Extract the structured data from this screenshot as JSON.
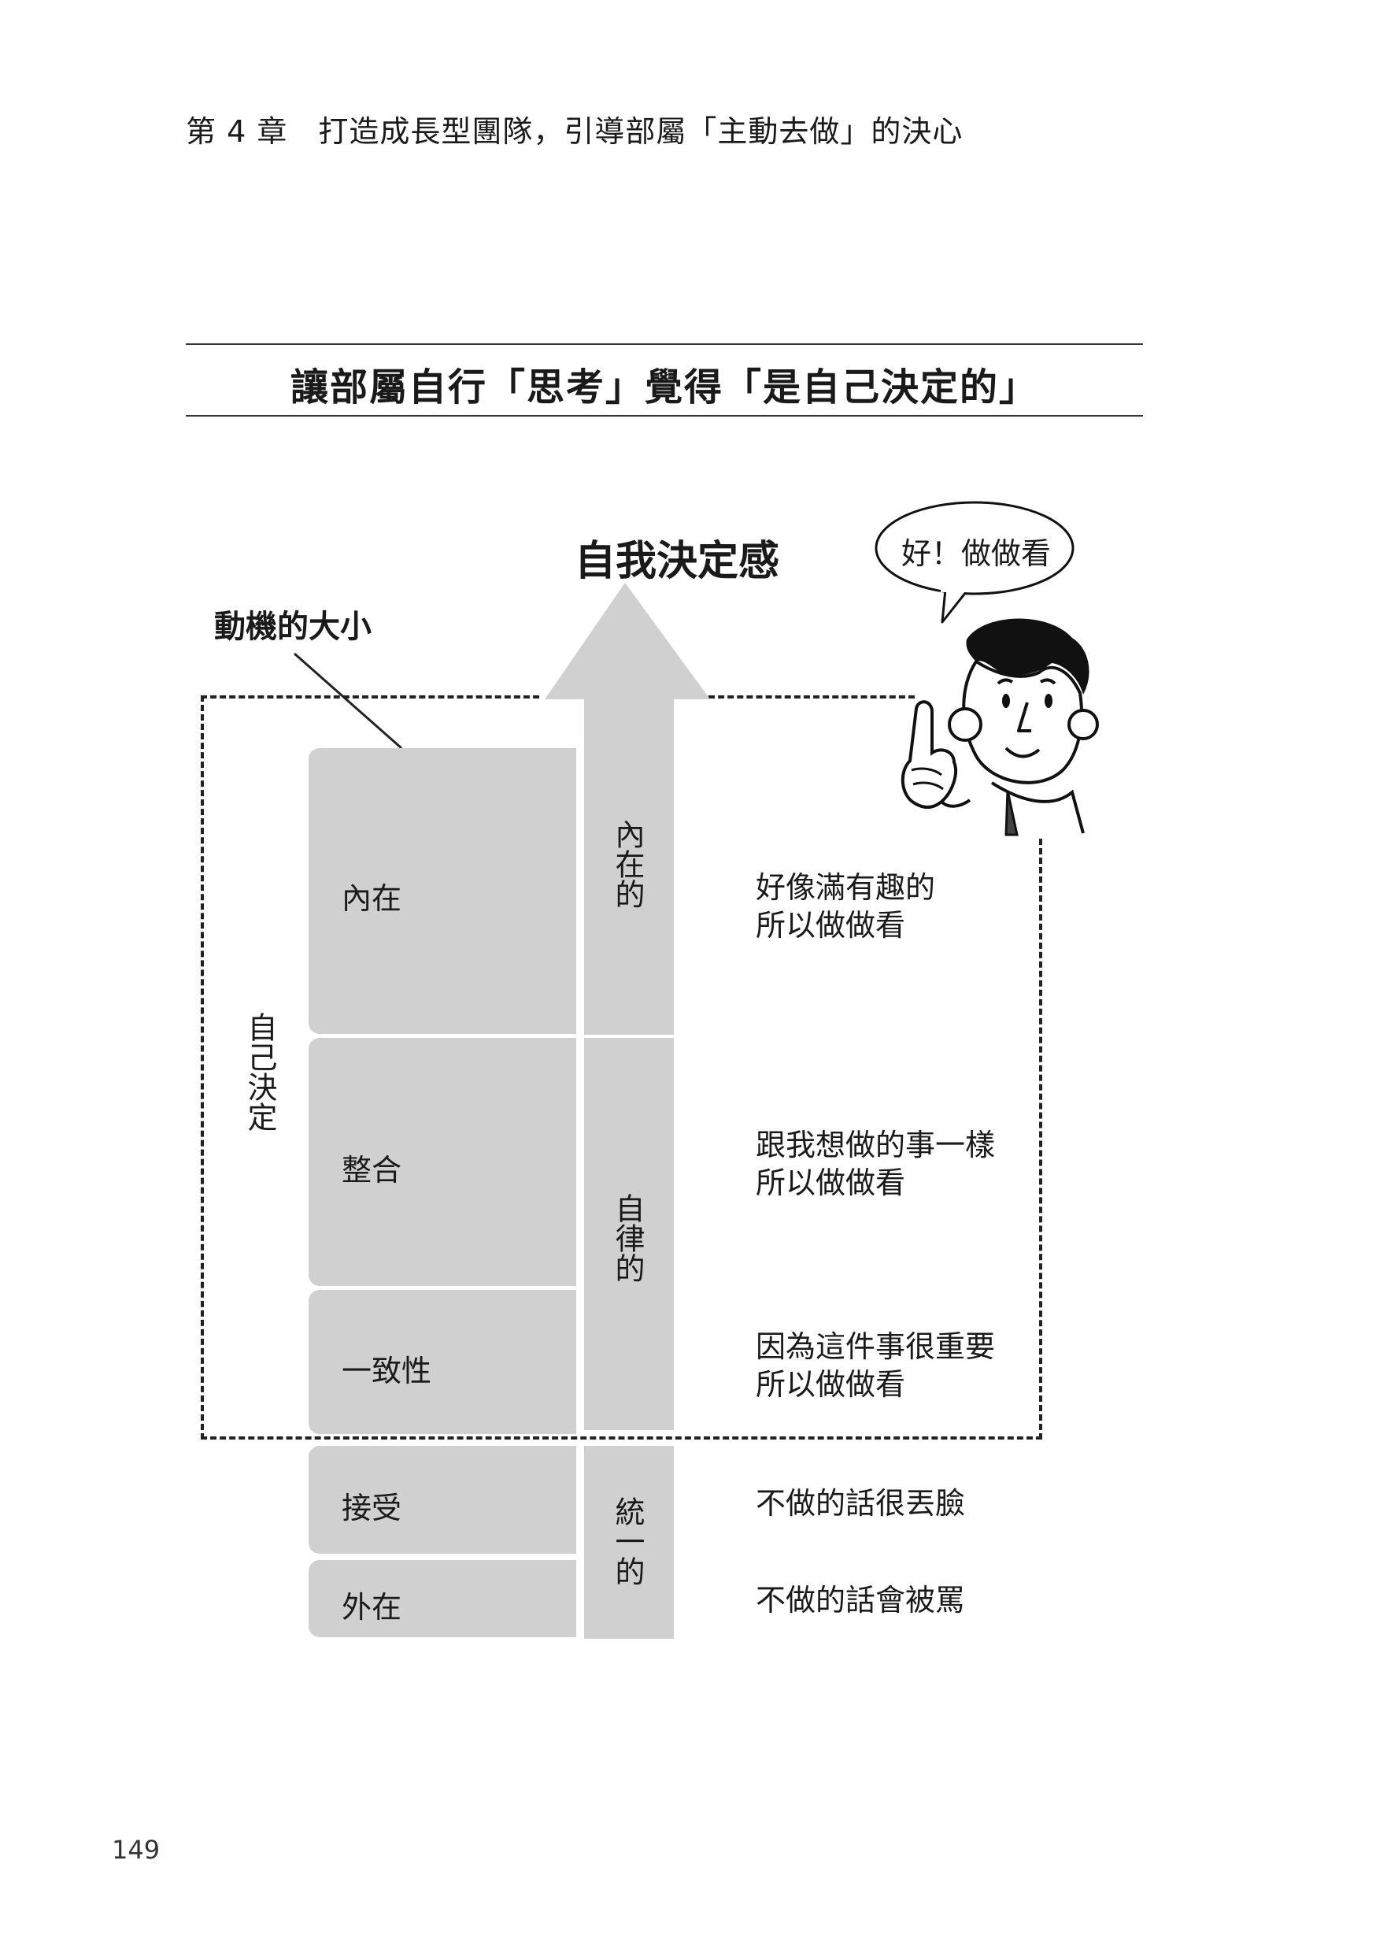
{
  "header": {
    "chapter": "第 4 章　打造成長型團隊，引導部屬「主動去做」的決心"
  },
  "figure": {
    "title": "讓部屬自行「思考」覺得「是自己決定的」",
    "axis_title": "自我決定感",
    "motivation_label": "動機的大小",
    "self_determined_label": "自己決定",
    "speech_bubble": "好！做做看",
    "shaft_labels": {
      "intrinsic": "內在的",
      "autonomous": "自律的",
      "controlled": "統一的"
    },
    "levels": [
      {
        "name": "內在",
        "desc1": "好像滿有趣的",
        "desc2": "所以做做看"
      },
      {
        "name": "整合",
        "desc1": "跟我想做的事一樣",
        "desc2": "所以做做看"
      },
      {
        "name": "一致性",
        "desc1": "因為這件事很重要",
        "desc2": "所以做做看"
      },
      {
        "name": "接受",
        "desc1": "不做的話很丟臉",
        "desc2": ""
      },
      {
        "name": "外在",
        "desc1": "不做的話會被罵",
        "desc2": ""
      }
    ]
  },
  "page": {
    "number": "149"
  },
  "colors": {
    "block": "#d0d0d0",
    "text": "#1a1a1a"
  },
  "icons": [
    "businessman-pointing-icon",
    "speech-bubble-icon",
    "up-arrow-icon"
  ]
}
